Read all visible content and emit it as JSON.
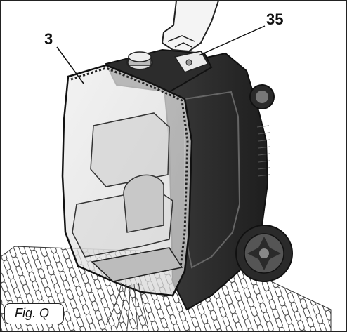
{
  "figure": {
    "label": "Fig. Q",
    "callouts": {
      "tank": "3",
      "part": "35"
    }
  }
}
